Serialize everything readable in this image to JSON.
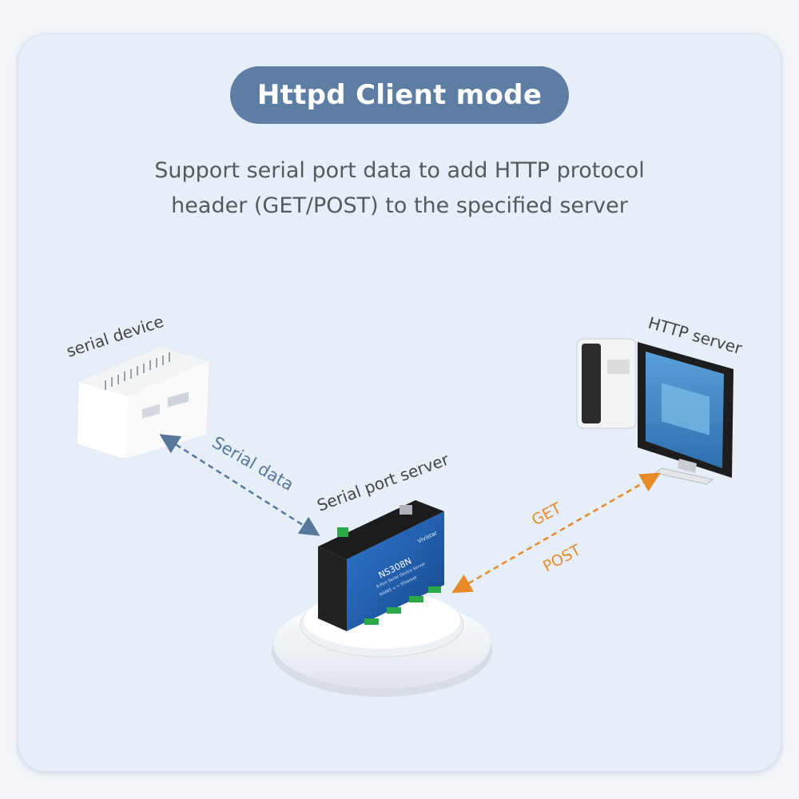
{
  "header": {
    "title": "Httpd Client mode",
    "subtitle_line1": "Support serial port data to add HTTP protocol",
    "subtitle_line2": "header (GET/POST) to the specified server"
  },
  "diagram": {
    "serial_device_label": "serial device",
    "http_server_label": "HTTP server",
    "serial_port_server_label": "Serial port server",
    "serial_link_label": "Serial data",
    "http_get_label": "GET",
    "http_post_label": "POST",
    "device_model": "NS308N",
    "device_brand": "Vivistar",
    "device_caption": "8-Port Serial Device Server",
    "device_subcaption": "RS485 <-> Ethernet"
  },
  "colors": {
    "title_pill": "#5d7ea2",
    "serial_arrow": "#58779a",
    "http_arrow": "#e88a2a",
    "device_blue": "#1f5fb0"
  }
}
